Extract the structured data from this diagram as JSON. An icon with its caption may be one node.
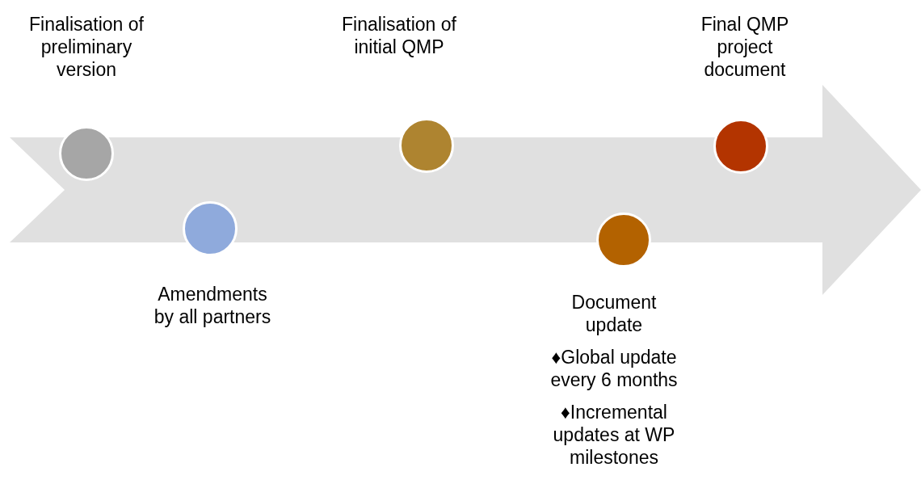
{
  "diagram": {
    "nodes": [
      {
        "text": [],
        "shape": "circle",
        "beside": [
          "Finalisation of preliminary version"
        ]
      },
      {
        "text": [],
        "shape": "circle",
        "beside": [
          "Amendments by all partners"
        ]
      },
      {
        "text": [],
        "shape": "circle",
        "beside": [
          "Finalisation of initial QMP"
        ]
      },
      {
        "text": [],
        "shape": "circle",
        "beside": [
          "Document update",
          "♦Global update every 6 months",
          "♦Incremental updates at WP milestones"
        ]
      },
      {
        "text": [],
        "shape": "circle",
        "beside": [
          "Final QMP project document"
        ]
      }
    ]
  }
}
